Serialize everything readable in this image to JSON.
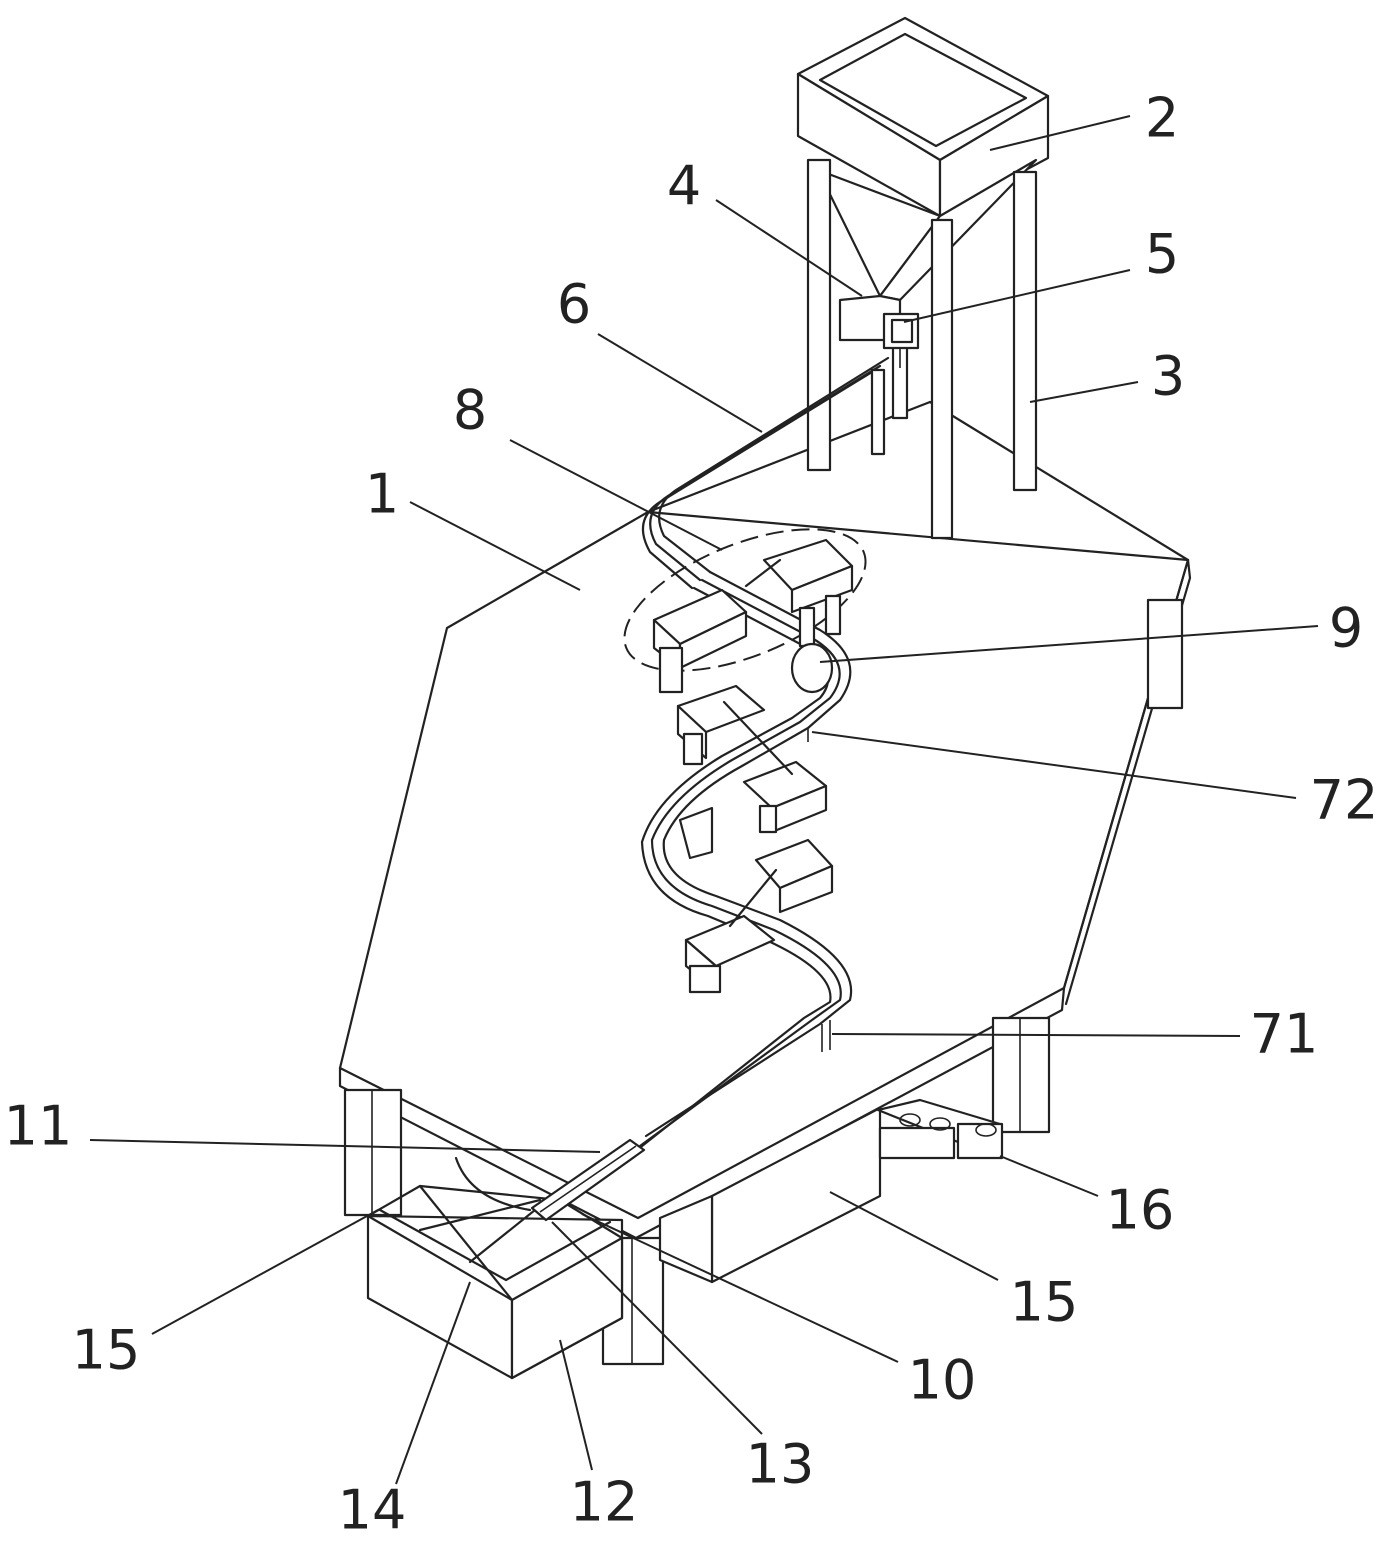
{
  "labels": {
    "l1": "1",
    "l2": "2",
    "l3": "3",
    "l4": "4",
    "l5": "5",
    "l6": "6",
    "l8": "8",
    "l9": "9",
    "l72": "72",
    "l71": "71",
    "l11": "11",
    "l16": "16",
    "l15a": "15",
    "l15b": "15",
    "l10": "10",
    "l13": "13",
    "l14": "14",
    "l12": "12"
  }
}
